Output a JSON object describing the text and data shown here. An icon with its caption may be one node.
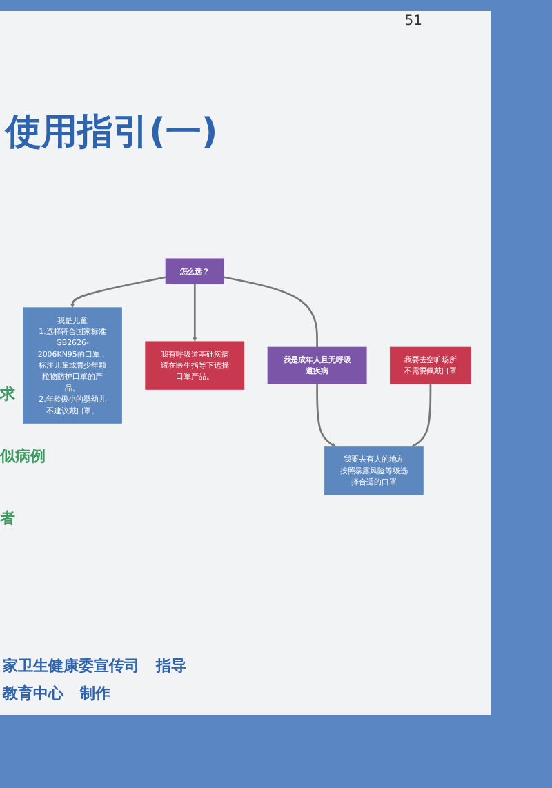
{
  "diagram": {
    "title": "使用指引(一)",
    "nodes": [
      {
        "text": [
          "怎么选？"
        ]
      },
      {
        "text": [
          "我是儿童",
          "1.选择符合国家标准GB2626-2006KN95的口罩，标注儿童或青少年颗粒物防护口罩的产品。",
          "2.年龄极小的婴幼儿不建议戴口罩。"
        ]
      },
      {
        "text": [
          "我有呼吸道基础疾病",
          "请在医生指导下选择口罩产品。"
        ]
      },
      {
        "text": [
          "我是成年人且无呼吸道疾病"
        ]
      },
      {
        "text": [
          "我要去空旷场所",
          "不需要佩戴口罩"
        ]
      },
      {
        "text": [
          "我要去有人的地方",
          "按照暴露风险等级选择合适的口罩"
        ]
      }
    ],
    "edges": [
      {
        "from": 0,
        "to": 1,
        "arrow": "to"
      },
      {
        "from": 0,
        "to": 2,
        "arrow": "to"
      },
      {
        "from": 0,
        "to": 3,
        "arrow": "none"
      },
      {
        "from": 3,
        "to": 5,
        "arrow": "to"
      },
      {
        "from": 4,
        "to": 5,
        "arrow": "to"
      }
    ],
    "labels": [
      "51",
      "求",
      "似病例",
      "者",
      "家卫生健康委宣传司",
      "指导",
      "教育中心",
      "制作"
    ]
  }
}
